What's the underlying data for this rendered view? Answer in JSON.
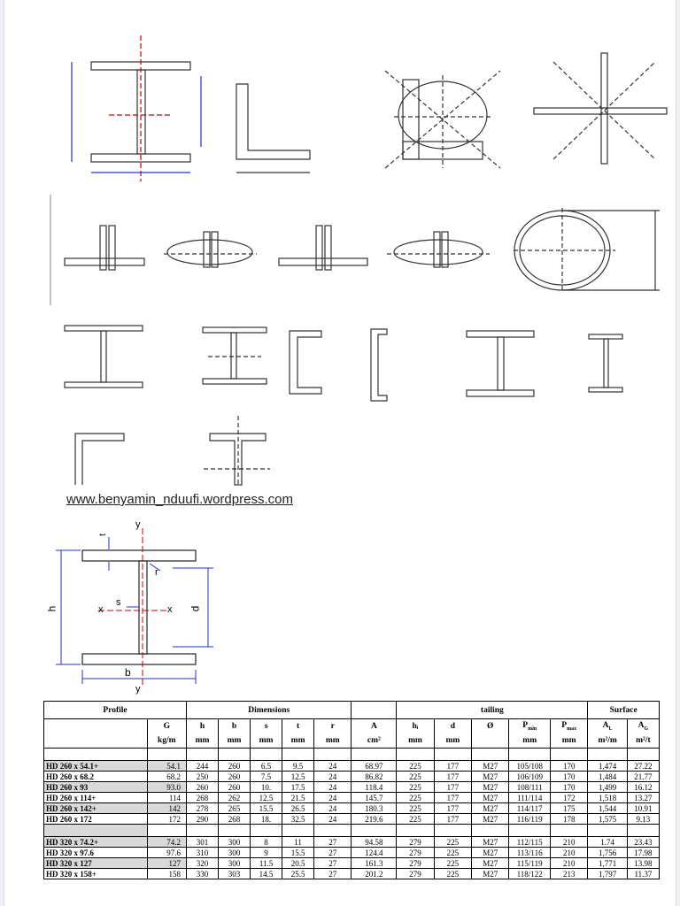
{
  "site_link": "www.benyamin_nduufi.wordpress.com",
  "section_labels": {
    "y_top": "y",
    "y_bottom": "y",
    "x_left": "x",
    "x_right": "x",
    "h": "h",
    "b": "b",
    "d": "d",
    "s": "s",
    "t": "t",
    "r": "r"
  },
  "table": {
    "headers": {
      "profile": "Profile",
      "dimensions": "Dimensions",
      "tailing": "tailing",
      "surface": "Surface",
      "G": "G",
      "G_unit": "kg/m",
      "h": "h",
      "h_unit": "mm",
      "b": "b",
      "b_unit": "mm",
      "s": "s",
      "s_unit": "mm",
      "t": "t",
      "t_unit": "mm",
      "r": "r",
      "r_unit": "mm",
      "A": "A",
      "A_unit": "cm²",
      "hi": "hᵢ",
      "hi_unit": "mm",
      "d": "d",
      "d_unit": "mm",
      "dia": "Ø",
      "pmin": "P",
      "pmin_sub": "min",
      "pmin_unit": "mm",
      "pmax": "P",
      "pmax_sub": "max",
      "pmax_unit": "mm",
      "AL": "A",
      "AL_sub": "L",
      "AL_unit": "m²/m",
      "AG": "A",
      "AG_sub": "G",
      "AG_unit": "m²/t"
    },
    "rows": [
      [
        "HD 260 x 54.1+",
        "54.1",
        "244",
        "260",
        "6.5",
        "9.5",
        "24",
        "68.97",
        "225",
        "177",
        "M27",
        "105/108",
        "170",
        "1,474",
        "27.22"
      ],
      [
        "HD 260 x 68.2",
        "68.2",
        "250",
        "260",
        "7.5",
        "12.5",
        "24",
        "86.82",
        "225",
        "177",
        "M27",
        "106/109",
        "170",
        "1,484",
        "21.77"
      ],
      [
        "HD 260 x 93",
        "93.0",
        "260",
        "260",
        "10.",
        "17.5",
        "24",
        "118.4",
        "225",
        "177",
        "M27",
        "108/111",
        "170",
        "1,499",
        "16.12"
      ],
      [
        "HD 260 x 114+",
        "114",
        "268",
        "262",
        "12.5",
        "21.5",
        "24",
        "145.7",
        "225",
        "177",
        "M27",
        "111/114",
        "172",
        "1,518",
        "13.27"
      ],
      [
        "HD 260 x 142+",
        "142",
        "278",
        "265",
        "15.5",
        "26.5",
        "24",
        "180.3",
        "225",
        "177",
        "M27",
        "114/117",
        "175",
        "1,544",
        "10.91"
      ],
      [
        "HD 260 x 172",
        "172",
        "290",
        "268",
        "18.",
        "32.5",
        "24",
        "219.6",
        "225",
        "177",
        "M27",
        "116/119",
        "178",
        "1,575",
        "9.13"
      ]
    ],
    "rows2": [
      [
        "HD 320 x 74.2+",
        "74.2",
        "301",
        "300",
        "8",
        "11",
        "27",
        "94.58",
        "279",
        "225",
        "M27",
        "112/115",
        "210",
        "1.74",
        "23.43"
      ],
      [
        "HD 320 x 97.6",
        "97.6",
        "310",
        "300",
        "9",
        "15.5",
        "27",
        "124.4",
        "279",
        "225",
        "M27",
        "113/116",
        "210",
        "1,756",
        "17.98"
      ],
      [
        "HD 320 x 127",
        "127",
        "320",
        "300",
        "11.5",
        "20.5",
        "27",
        "161.3",
        "279",
        "225",
        "M27",
        "115/119",
        "210",
        "1,771",
        "13.98"
      ],
      [
        "HD 320 x 158+",
        "158",
        "330",
        "303",
        "14.5",
        "25.5",
        "27",
        "201.2",
        "279",
        "225",
        "M27",
        "118/122",
        "213",
        "1,797",
        "11.37"
      ]
    ]
  }
}
